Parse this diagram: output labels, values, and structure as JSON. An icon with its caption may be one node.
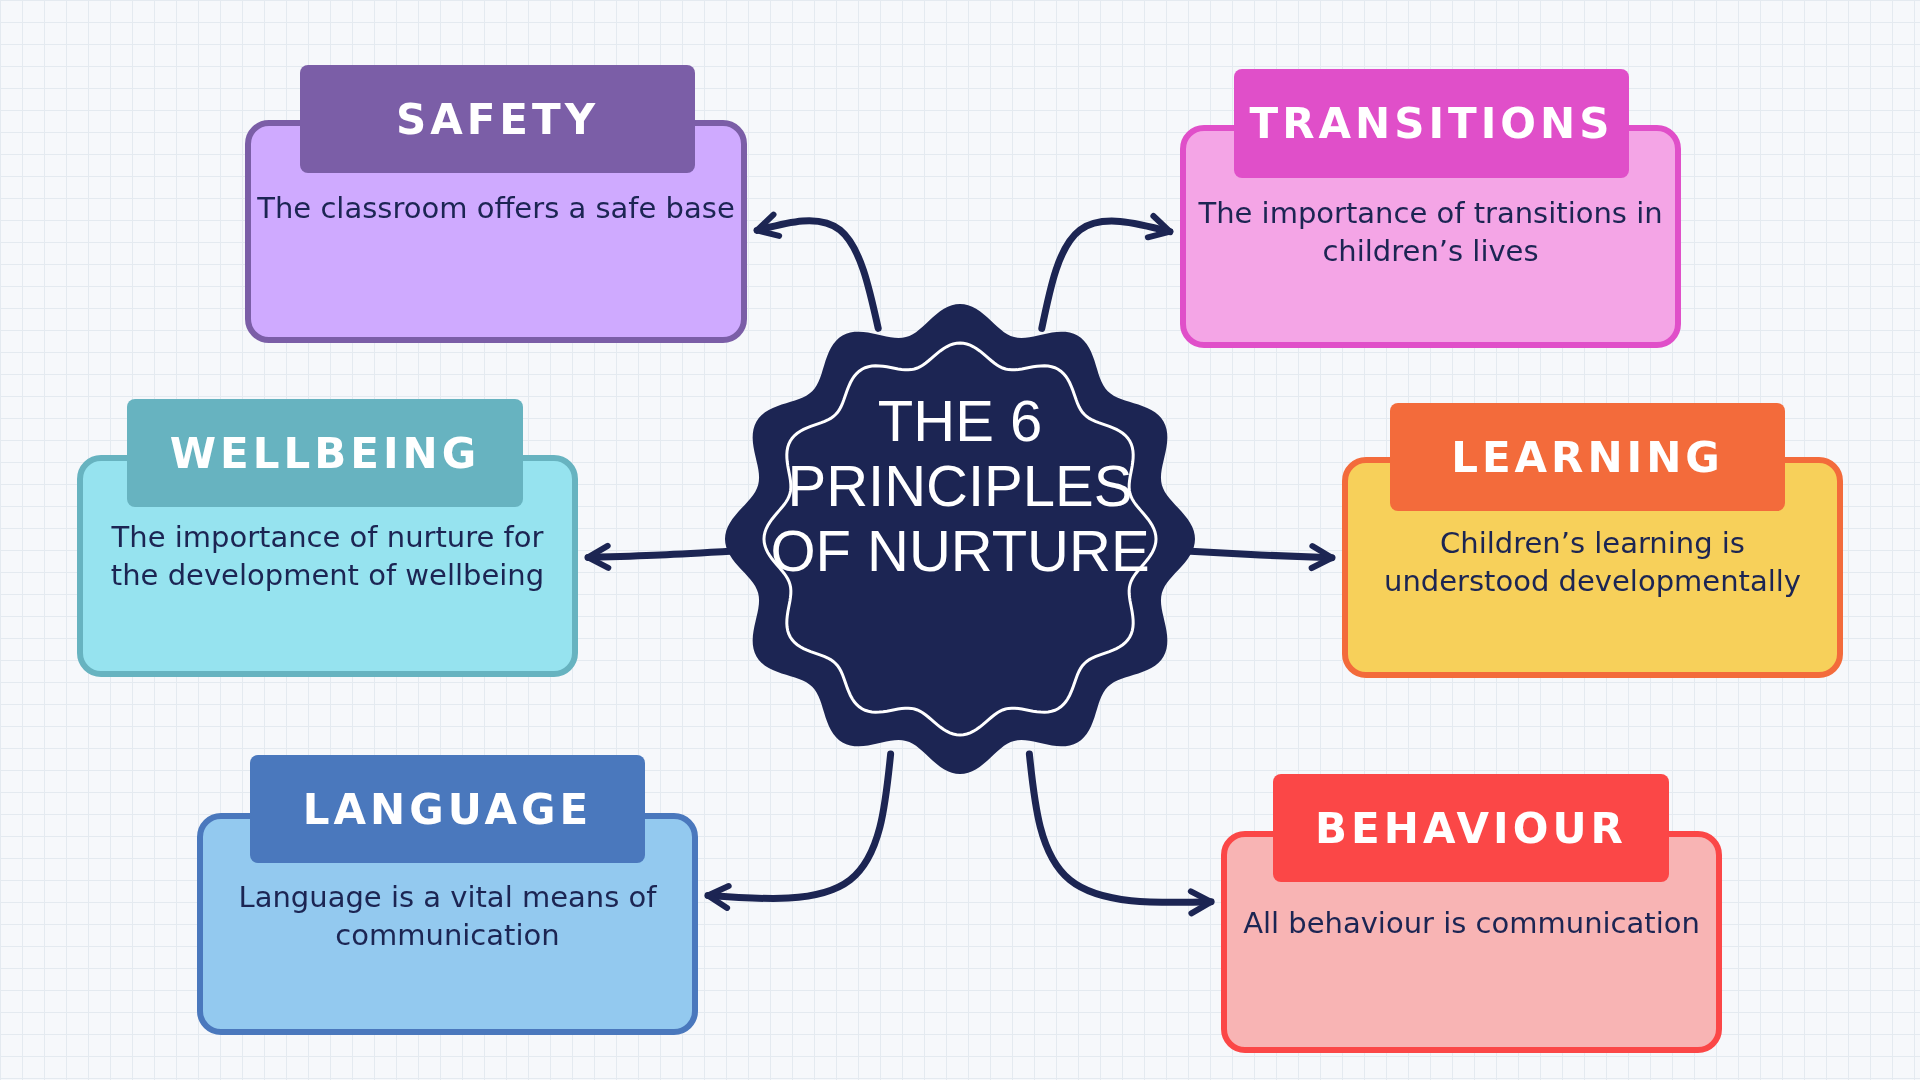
{
  "diagram": {
    "nodes": [
      {
        "text": [
          "THE 6 PRINCIPLES OF NURTURE"
        ]
      },
      {
        "text": [
          "SAFETY",
          "The classroom offers a safe base"
        ]
      },
      {
        "text": [
          "TRANSITIONS",
          "The importance of transitions in children’s lives"
        ]
      },
      {
        "text": [
          "WELLBEING",
          "The importance of nurture for the development of wellbeing"
        ]
      },
      {
        "text": [
          "LEARNING",
          "Children’s learning is understood developmentally"
        ]
      },
      {
        "text": [
          "LANGUAGE",
          "Language is a vital means of communication"
        ]
      },
      {
        "text": [
          "BEHAVIOUR",
          "All behaviour is communication"
        ]
      }
    ],
    "edges": [
      {
        "from": 0,
        "to": 1,
        "arrow": "to"
      },
      {
        "from": 0,
        "to": 2,
        "arrow": "to"
      },
      {
        "from": 0,
        "to": 3,
        "arrow": "to"
      },
      {
        "from": 0,
        "to": 4,
        "arrow": "to"
      },
      {
        "from": 0,
        "to": 5,
        "arrow": "to"
      },
      {
        "from": 0,
        "to": 6,
        "arrow": "to"
      }
    ]
  }
}
